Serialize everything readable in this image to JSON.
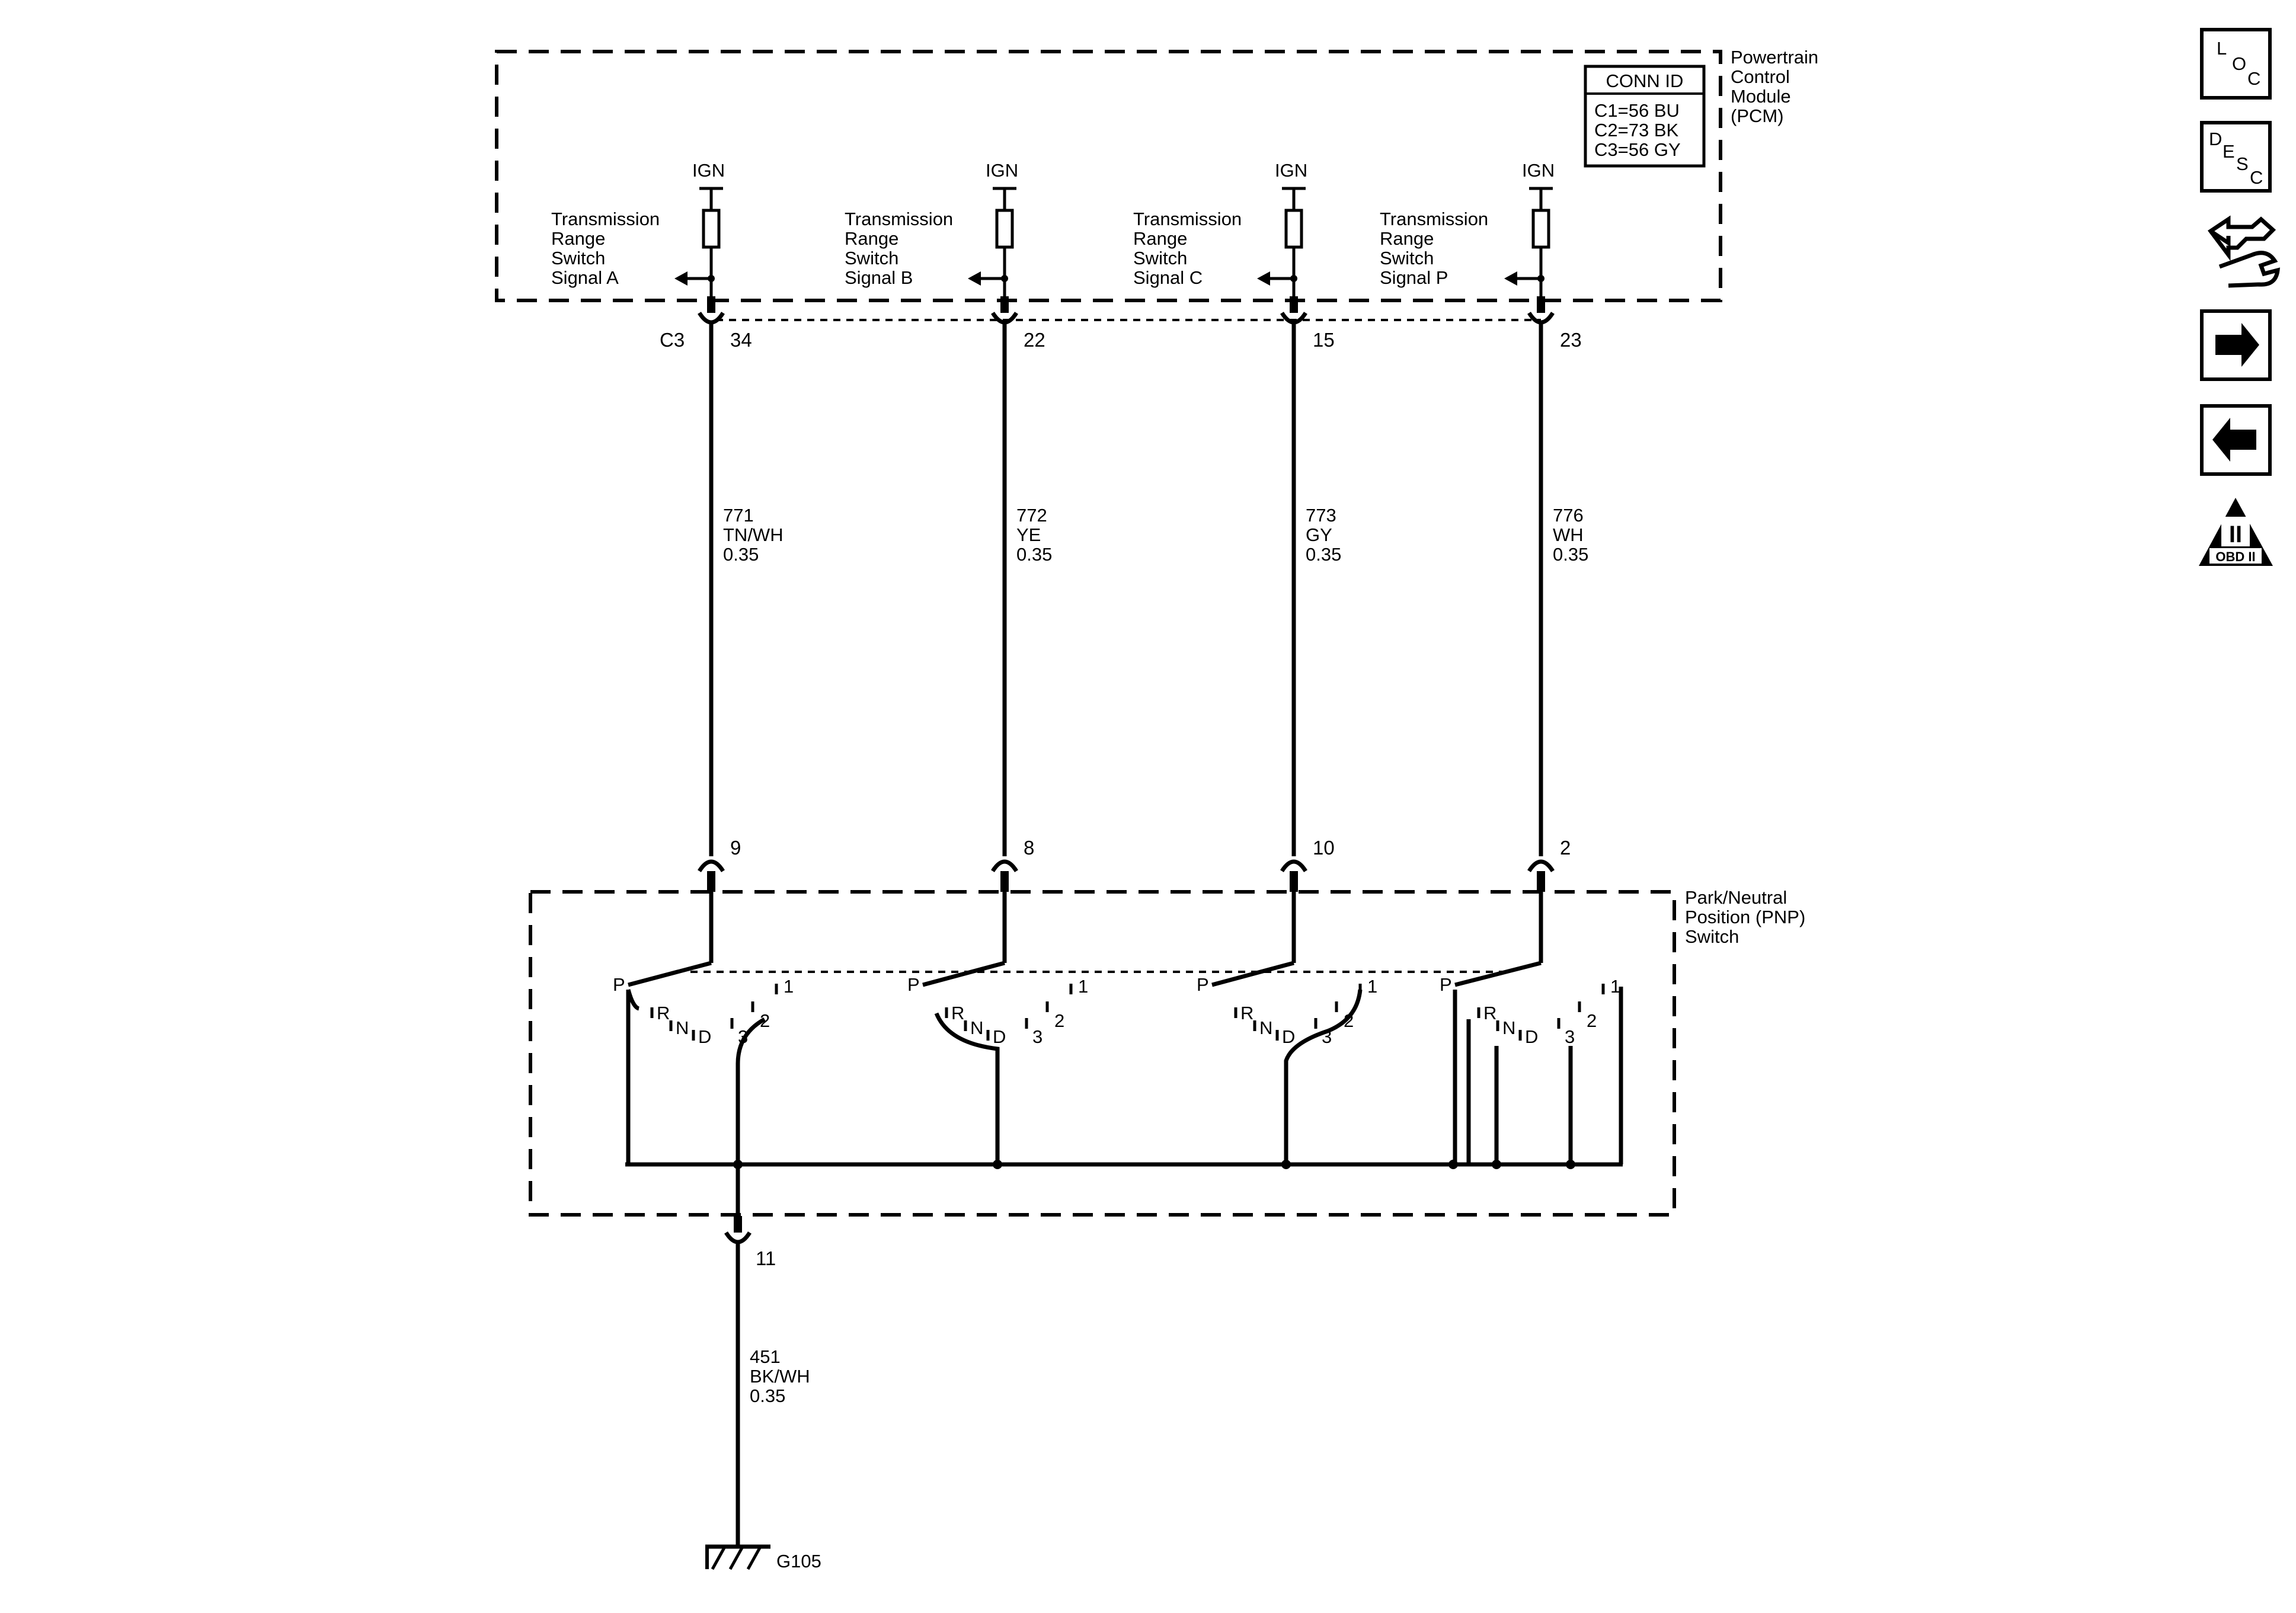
{
  "pcm": {
    "name": [
      "Powertrain",
      "Control",
      "Module",
      "(PCM)"
    ],
    "conn_id": {
      "title": "CONN ID",
      "lines": [
        "C1=56 BU",
        "C2=73 BK",
        "C3=56 GY"
      ]
    },
    "connector": "C3"
  },
  "circuits": [
    {
      "ign": "IGN",
      "signal": [
        "Transmission",
        "Range",
        "Switch",
        "Signal A"
      ],
      "pcm_pin": "34",
      "wire": [
        "771",
        "TN/WH",
        "0.35"
      ],
      "pnp_pin": "9"
    },
    {
      "ign": "IGN",
      "signal": [
        "Transmission",
        "Range",
        "Switch",
        "Signal B"
      ],
      "pcm_pin": "22",
      "wire": [
        "772",
        "YE",
        "0.35"
      ],
      "pnp_pin": "8"
    },
    {
      "ign": "IGN",
      "signal": [
        "Transmission",
        "Range",
        "Switch",
        "Signal C"
      ],
      "pcm_pin": "15",
      "wire": [
        "773",
        "GY",
        "0.35"
      ],
      "pnp_pin": "10"
    },
    {
      "ign": "IGN",
      "signal": [
        "Transmission",
        "Range",
        "Switch",
        "Signal P"
      ],
      "pcm_pin": "23",
      "wire": [
        "776",
        "WH",
        "0.35"
      ],
      "pnp_pin": "2"
    }
  ],
  "pnp": {
    "name": [
      "Park/Neutral",
      "Position (PNP)",
      "Switch"
    ],
    "positions": [
      "P",
      "R",
      "N",
      "D",
      "3",
      "2",
      "1"
    ]
  },
  "ground": {
    "pin": "11",
    "wire": [
      "451",
      "BK/WH",
      "0.35"
    ],
    "label": "G105"
  },
  "nav": {
    "loc": [
      "L",
      "O",
      "C"
    ],
    "desc": [
      "D",
      "E",
      "S",
      "C"
    ],
    "obd": "OBD II",
    "obd_numeral": "II"
  }
}
